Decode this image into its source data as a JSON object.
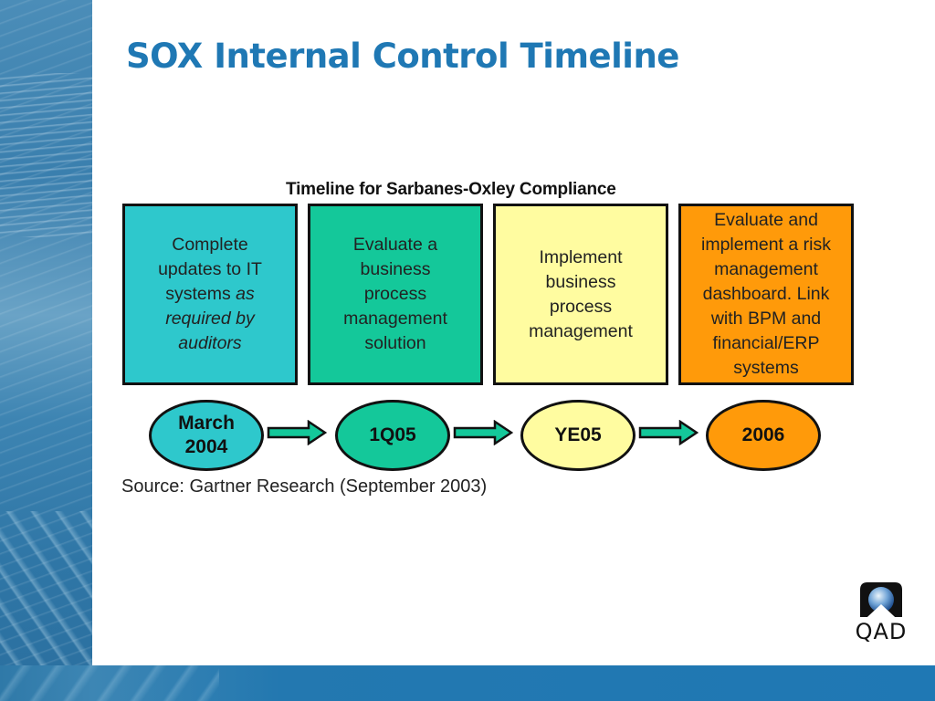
{
  "slide": {
    "title": "SOX Internal Control Timeline"
  },
  "diagram": {
    "title": "Timeline for Sarbanes-Oxley Compliance",
    "steps": [
      {
        "box_text_plain": "Complete\nupdates to IT\nsystems ",
        "box_text_italic": "as\nrequired by\nauditors",
        "box_color": "#2ec8cc",
        "milestone": "March\n2004",
        "milestone_color": "#2ec8cc"
      },
      {
        "box_text_plain": "Evaluate a\nbusiness\nprocess\nmanagement\nsolution",
        "box_text_italic": "",
        "box_color": "#14c89a",
        "milestone": "1Q05",
        "milestone_color": "#14c89a"
      },
      {
        "box_text_plain": "Implement\nbusiness\nprocess\nmanagement",
        "box_text_italic": "",
        "box_color": "#fffca0",
        "milestone": "YE05",
        "milestone_color": "#fffca0"
      },
      {
        "box_text_plain": "Evaluate and\nimplement a risk\nmanagement\ndashboard. Link\nwith BPM and\nfinancial/ERP\nsystems",
        "box_text_italic": "",
        "box_color": "#ff9a0a",
        "milestone": "2006",
        "milestone_color": "#ff9a0a"
      }
    ],
    "arrow_color": "#14c89a",
    "source": "Source: Gartner Research (September 2003)"
  },
  "logo": {
    "text": "QAD"
  },
  "colors": {
    "title": "#1f78b4",
    "bottom_bar": "#1f78b4"
  }
}
